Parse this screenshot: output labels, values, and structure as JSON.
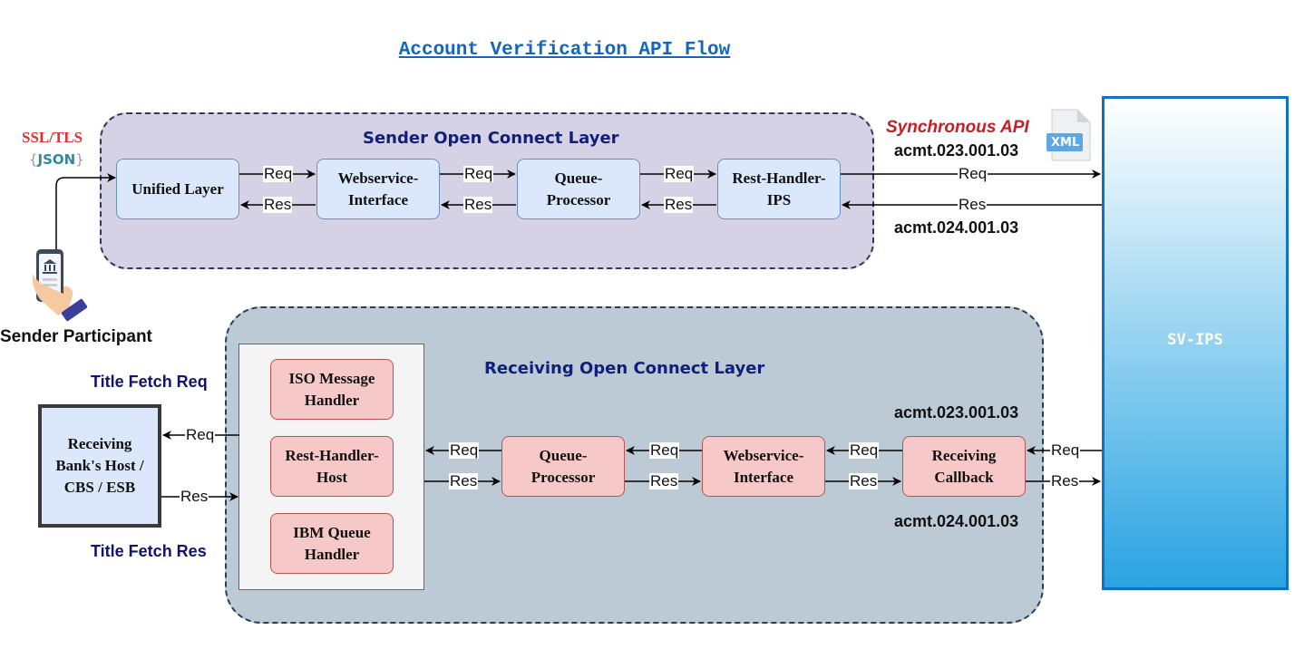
{
  "title": "Account Verification API Flow",
  "security": {
    "protocol": "SSL/TLS",
    "format": "JSON"
  },
  "sender_participant": "Sender Participant",
  "sender_layer": {
    "title": "Sender Open Connect Layer",
    "nodes": [
      "Unified Layer",
      "Webservice-Interface",
      "Queue-Processor",
      "Rest-Handler-IPS"
    ]
  },
  "sync_api": {
    "label": "Synchronous API",
    "doc_icon": "XML",
    "req_code": "acmt.023.001.03",
    "res_code": "acmt.024.001.03"
  },
  "svips": "SV-IPS",
  "receiving_layer": {
    "title": "Receiving Open Connect Layer",
    "handlers": [
      "ISO Message Handler",
      "Rest-Handler-Host",
      "IBM Queue Handler"
    ],
    "nodes": [
      "Queue-Processor",
      "Webservice-Interface",
      "Receiving Callback"
    ],
    "req_code": "acmt.023.001.03",
    "res_code": "acmt.024.001.03"
  },
  "host": "Receiving Bank's Host / CBS / ESB",
  "title_fetch_req": "Title Fetch Req",
  "title_fetch_res": "Title Fetch Res",
  "labels": {
    "req": "Req",
    "res": "Res"
  },
  "colors": {
    "title": "#1565c0",
    "sync": "#c81d25",
    "ssl": "#e03131",
    "layer_title": "#101f7a",
    "svips_border": "#0e74bf"
  }
}
